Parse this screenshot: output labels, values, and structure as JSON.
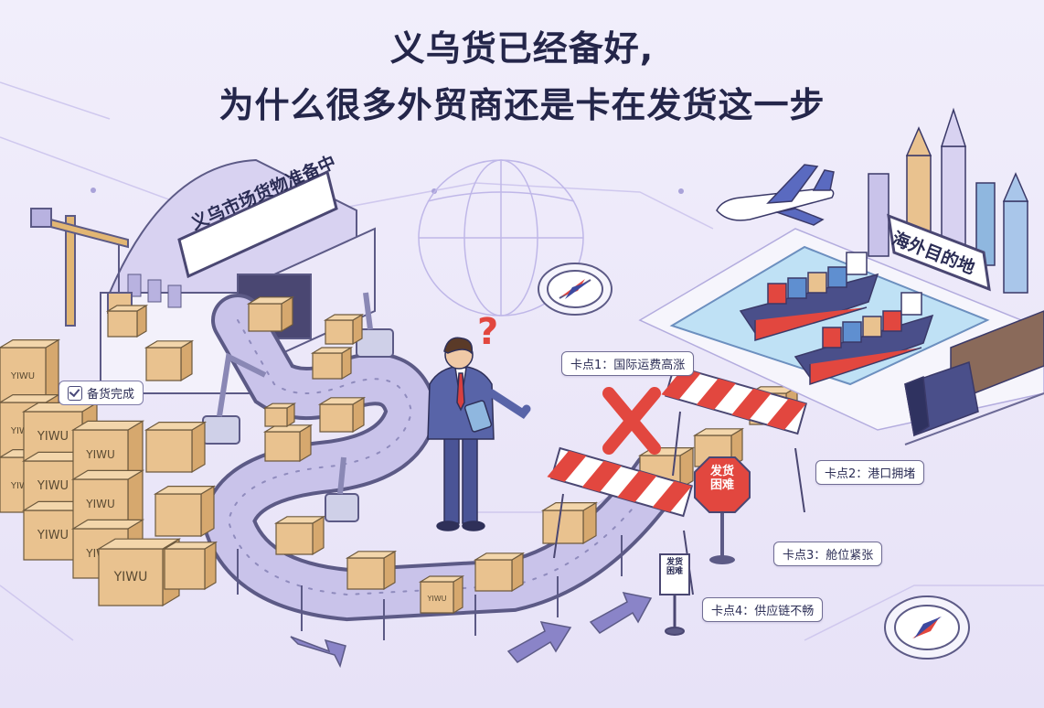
{
  "title": {
    "line1": "义乌货已经备好,",
    "line2": "为什么很多外贸商还是卡在发货这一步"
  },
  "warehouse_sign": "义乌市场货物准备中",
  "destination_sign": "海外目的地",
  "badge_ready": "备货完成",
  "box_label": "YIWU",
  "question_mark": "?",
  "callouts": [
    {
      "id": "c1",
      "text": "卡点1：国际运费高涨"
    },
    {
      "id": "c2",
      "text": "卡点2：港口拥堵"
    },
    {
      "id": "c3",
      "text": "卡点3：舱位紧张"
    },
    {
      "id": "c4",
      "text": "卡点4：供应链不畅"
    }
  ],
  "stop_sign": "发货困难",
  "small_sign": "发货困难",
  "colors": {
    "background": "#eeeaf9",
    "accent_red": "#e2473f",
    "box": "#e9c28f",
    "line": "#5c5a86",
    "water": "#bfe1f5"
  },
  "icons": [
    "compass-icon",
    "airplane-icon",
    "ship-icon",
    "train-icon",
    "crane-icon",
    "globe-icon",
    "arrow-icon"
  ]
}
